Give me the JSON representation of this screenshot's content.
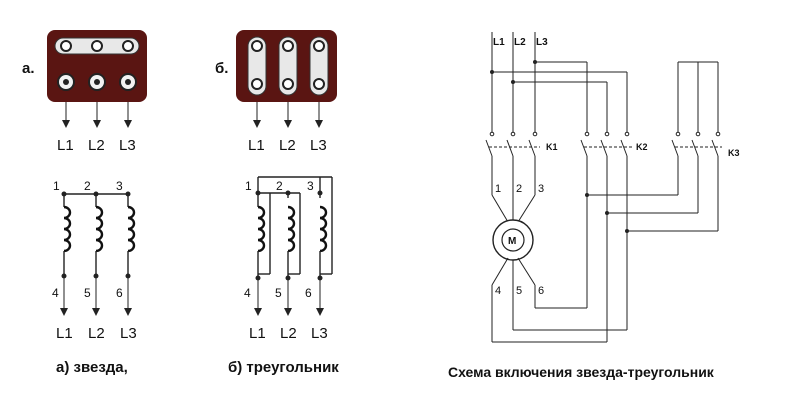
{
  "panel_a": {
    "tag": "а.",
    "leads": [
      "L1",
      "L2",
      "L3"
    ],
    "nodes_top": [
      "1",
      "2",
      "3"
    ],
    "nodes_bottom": [
      "4",
      "5",
      "6"
    ],
    "caption": "а) звезда,"
  },
  "panel_b": {
    "tag": "б.",
    "leads": [
      "L1",
      "L2",
      "L3"
    ],
    "nodes_top": [
      "1",
      "2",
      "3"
    ],
    "nodes_bottom": [
      "4",
      "5",
      "6"
    ],
    "caption": "б) треугольник"
  },
  "scheme": {
    "inputs": [
      "L1",
      "L2",
      "L3"
    ],
    "contactors": [
      "K1",
      "K2",
      "K3"
    ],
    "motor": "M",
    "terminals_top": [
      "1",
      "2",
      "3"
    ],
    "terminals_bottom": [
      "4",
      "5",
      "6"
    ],
    "caption": "Схема включения звезда-треугольник"
  },
  "colors": {
    "terminal_block": "#5a1512",
    "line": "#222222"
  }
}
